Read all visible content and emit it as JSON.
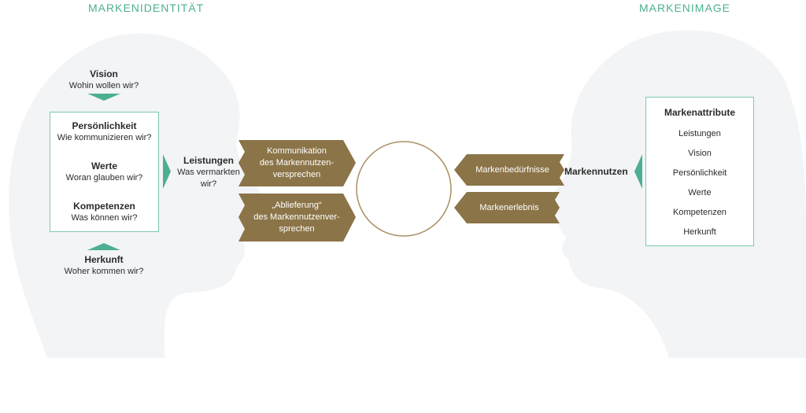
{
  "colors": {
    "accent": "#4caf93",
    "accent_light": "#7cc9b5",
    "brown": "#8b7448",
    "silhouette": "#f2f4f6",
    "circle": "#a89064"
  },
  "left": {
    "heading": "MARKENIDENTITÄT",
    "vision": {
      "title": "Vision",
      "question": "Wohin wollen wir?"
    },
    "box_items": [
      {
        "title": "Persönlichkeit",
        "question": "Wie kommunizieren wir?"
      },
      {
        "title": "Werte",
        "question": "Woran glauben wir?"
      },
      {
        "title": "Kompetenzen",
        "question": "Was können wir?"
      }
    ],
    "herkunft": {
      "title": "Herkunft",
      "question": "Woher kommen wir?"
    },
    "leistungen": {
      "title": "Leistungen",
      "question_line1": "Was vermarkten",
      "question_line2": "wir?"
    }
  },
  "center": {
    "left_shapes": [
      {
        "line1": "Kommunikation",
        "line2": "des Markennutzen-",
        "line3": "versprechen"
      },
      {
        "line1": "„Ablieferung“",
        "line2": "des Markennutzenver-",
        "line3": "sprechen"
      }
    ],
    "right_shapes": [
      {
        "label": "Markenbedürfnisse"
      },
      {
        "label": "Markenerlebnis"
      }
    ]
  },
  "right": {
    "heading": "MARKENIMAGE",
    "markennutzen": "Markennutzen",
    "attributes_title": "Markenattribute",
    "attributes": [
      "Leistungen",
      "Vision",
      "Persönlichkeit",
      "Werte",
      "Kompetenzen",
      "Herkunft"
    ]
  }
}
